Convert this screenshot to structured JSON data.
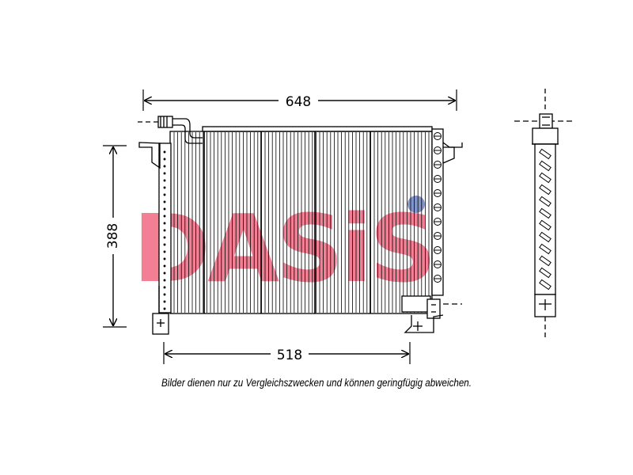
{
  "dimensions": {
    "width_label": "648",
    "height_label": "388",
    "bottom_label": "518"
  },
  "watermark": {
    "text": "DASiS",
    "colors": {
      "primary": "#e8183c",
      "secondary": "#1d3fa0"
    }
  },
  "caption": "Bilder dienen nur zu Vergleichszwecken und können geringfügig abweichen."
}
